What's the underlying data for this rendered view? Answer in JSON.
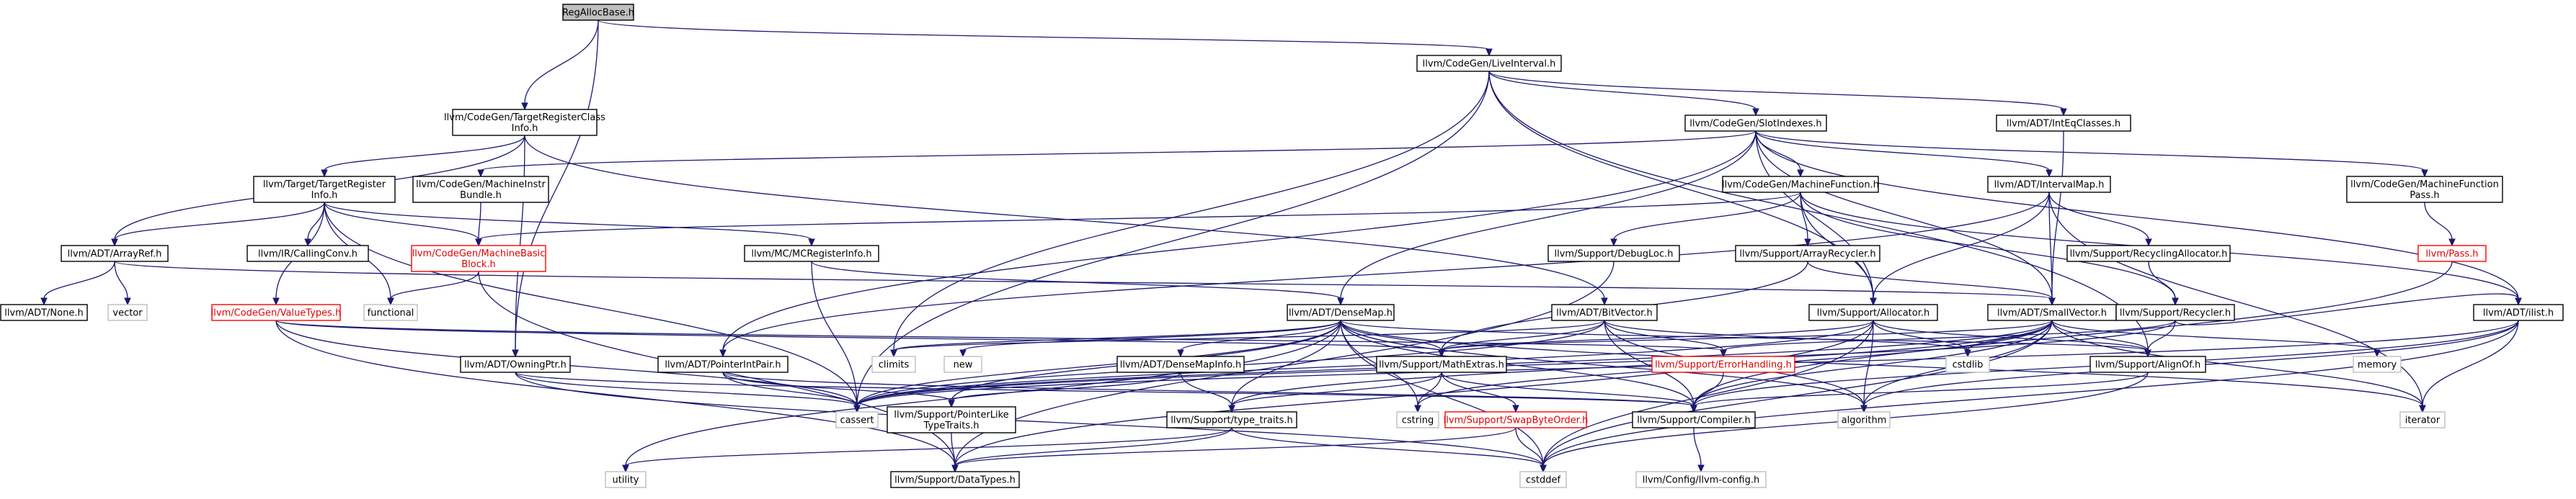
{
  "graph": {
    "edge_color": "#191970",
    "root_fill": "#bfbfbf",
    "broken_color": "#ff0000",
    "nodes": [
      {
        "id": "RegAllocBase",
        "lines": [
          "RegAllocBase.h"
        ],
        "kind": "root"
      },
      {
        "id": "LiveInterval",
        "lines": [
          "llvm/CodeGen/LiveInterval.h"
        ],
        "kind": "normal"
      },
      {
        "id": "TRCI",
        "lines": [
          "llvm/CodeGen/TargetRegisterClass",
          "Info.h"
        ],
        "kind": "normal"
      },
      {
        "id": "SlotIndexes",
        "lines": [
          "llvm/CodeGen/SlotIndexes.h"
        ],
        "kind": "normal"
      },
      {
        "id": "IntEqClasses",
        "lines": [
          "llvm/ADT/IntEqClasses.h"
        ],
        "kind": "normal"
      },
      {
        "id": "TRI",
        "lines": [
          "llvm/Target/TargetRegister",
          "Info.h"
        ],
        "kind": "normal"
      },
      {
        "id": "MIBundle",
        "lines": [
          "llvm/CodeGen/MachineInstr",
          "Bundle.h"
        ],
        "kind": "normal"
      },
      {
        "id": "MachineFunction",
        "lines": [
          "llvm/CodeGen/MachineFunction.h"
        ],
        "kind": "normal"
      },
      {
        "id": "IntervalMap",
        "lines": [
          "llvm/ADT/IntervalMap.h"
        ],
        "kind": "normal"
      },
      {
        "id": "MFPass",
        "lines": [
          "llvm/CodeGen/MachineFunction",
          "Pass.h"
        ],
        "kind": "normal"
      },
      {
        "id": "ArrayRef",
        "lines": [
          "llvm/ADT/ArrayRef.h"
        ],
        "kind": "normal"
      },
      {
        "id": "CallingConv",
        "lines": [
          "llvm/IR/CallingConv.h"
        ],
        "kind": "normal"
      },
      {
        "id": "MBB",
        "lines": [
          "llvm/CodeGen/MachineBasic",
          "Block.h"
        ],
        "kind": "broken"
      },
      {
        "id": "MCRegInfo",
        "lines": [
          "llvm/MC/MCRegisterInfo.h"
        ],
        "kind": "normal"
      },
      {
        "id": "DebugLoc",
        "lines": [
          "llvm/Support/DebugLoc.h"
        ],
        "kind": "normal"
      },
      {
        "id": "ArrayRecycler",
        "lines": [
          "llvm/Support/ArrayRecycler.h"
        ],
        "kind": "normal"
      },
      {
        "id": "RecyclingAlloc",
        "lines": [
          "llvm/Support/RecyclingAllocator.h"
        ],
        "kind": "normal"
      },
      {
        "id": "Pass",
        "lines": [
          "llvm/Pass.h"
        ],
        "kind": "broken"
      },
      {
        "id": "None",
        "lines": [
          "llvm/ADT/None.h"
        ],
        "kind": "normal"
      },
      {
        "id": "vector",
        "lines": [
          "vector"
        ],
        "kind": "plain"
      },
      {
        "id": "ValueTypes",
        "lines": [
          "llvm/CodeGen/ValueTypes.h"
        ],
        "kind": "broken"
      },
      {
        "id": "functional",
        "lines": [
          "functional"
        ],
        "kind": "plain"
      },
      {
        "id": "DenseMap",
        "lines": [
          "llvm/ADT/DenseMap.h"
        ],
        "kind": "normal"
      },
      {
        "id": "BitVector",
        "lines": [
          "llvm/ADT/BitVector.h"
        ],
        "kind": "normal"
      },
      {
        "id": "Allocator",
        "lines": [
          "llvm/Support/Allocator.h"
        ],
        "kind": "normal"
      },
      {
        "id": "SmallVector",
        "lines": [
          "llvm/ADT/SmallVector.h"
        ],
        "kind": "normal"
      },
      {
        "id": "Recycler",
        "lines": [
          "llvm/Support/Recycler.h"
        ],
        "kind": "normal"
      },
      {
        "id": "ilist",
        "lines": [
          "llvm/ADT/ilist.h"
        ],
        "kind": "normal"
      },
      {
        "id": "OwningPtr",
        "lines": [
          "llvm/ADT/OwningPtr.h"
        ],
        "kind": "normal"
      },
      {
        "id": "PointerIntPair",
        "lines": [
          "llvm/ADT/PointerIntPair.h"
        ],
        "kind": "normal"
      },
      {
        "id": "climits",
        "lines": [
          "climits"
        ],
        "kind": "plain"
      },
      {
        "id": "new",
        "lines": [
          "new"
        ],
        "kind": "plain"
      },
      {
        "id": "DenseMapInfo",
        "lines": [
          "llvm/ADT/DenseMapInfo.h"
        ],
        "kind": "normal"
      },
      {
        "id": "MathExtras",
        "lines": [
          "llvm/Support/MathExtras.h"
        ],
        "kind": "normal"
      },
      {
        "id": "ErrorHandling",
        "lines": [
          "llvm/Support/ErrorHandling.h"
        ],
        "kind": "broken"
      },
      {
        "id": "cstdlib",
        "lines": [
          "cstdlib"
        ],
        "kind": "plain"
      },
      {
        "id": "AlignOf",
        "lines": [
          "llvm/Support/AlignOf.h"
        ],
        "kind": "normal"
      },
      {
        "id": "memory",
        "lines": [
          "memory"
        ],
        "kind": "plain"
      },
      {
        "id": "PtrLikeTT",
        "lines": [
          "llvm/Support/PointerLike",
          "TypeTraits.h"
        ],
        "kind": "normal"
      },
      {
        "id": "cassert",
        "lines": [
          "cassert"
        ],
        "kind": "plain"
      },
      {
        "id": "typetraits",
        "lines": [
          "llvm/Support/type_traits.h"
        ],
        "kind": "normal"
      },
      {
        "id": "cstring",
        "lines": [
          "cstring"
        ],
        "kind": "plain"
      },
      {
        "id": "SwapByteOrder",
        "lines": [
          "llvm/Support/SwapByteOrder.h"
        ],
        "kind": "broken"
      },
      {
        "id": "Compiler",
        "lines": [
          "llvm/Support/Compiler.h"
        ],
        "kind": "normal"
      },
      {
        "id": "algorithm",
        "lines": [
          "algorithm"
        ],
        "kind": "plain"
      },
      {
        "id": "iterator",
        "lines": [
          "iterator"
        ],
        "kind": "plain"
      },
      {
        "id": "utility",
        "lines": [
          "utility"
        ],
        "kind": "plain"
      },
      {
        "id": "DataTypes",
        "lines": [
          "llvm/Support/DataTypes.h"
        ],
        "kind": "normal"
      },
      {
        "id": "cstddef",
        "lines": [
          "cstddef"
        ],
        "kind": "plain"
      },
      {
        "id": "LLVMConfig",
        "lines": [
          "llvm/Config/llvm-config.h"
        ],
        "kind": "plain"
      }
    ],
    "edges": [
      [
        "RegAllocBase",
        "LiveInterval"
      ],
      [
        "RegAllocBase",
        "TRCI"
      ],
      [
        "RegAllocBase",
        "OwningPtr"
      ],
      [
        "LiveInterval",
        "SlotIndexes"
      ],
      [
        "LiveInterval",
        "IntEqClasses"
      ],
      [
        "LiveInterval",
        "Allocator"
      ],
      [
        "LiveInterval",
        "AlignOf"
      ],
      [
        "LiveInterval",
        "climits"
      ],
      [
        "LiveInterval",
        "cassert"
      ],
      [
        "TRCI",
        "TRI"
      ],
      [
        "TRCI",
        "ArrayRef"
      ],
      [
        "TRCI",
        "BitVector"
      ],
      [
        "TRCI",
        "OwningPtr"
      ],
      [
        "SlotIndexes",
        "MIBundle"
      ],
      [
        "SlotIndexes",
        "MachineFunction"
      ],
      [
        "SlotIndexes",
        "IntervalMap"
      ],
      [
        "SlotIndexes",
        "MFPass"
      ],
      [
        "SlotIndexes",
        "DenseMap"
      ],
      [
        "SlotIndexes",
        "PointerIntPair"
      ],
      [
        "SlotIndexes",
        "SmallVector"
      ],
      [
        "SlotIndexes",
        "ilist"
      ],
      [
        "SlotIndexes",
        "Allocator"
      ],
      [
        "IntEqClasses",
        "SmallVector"
      ],
      [
        "TRI",
        "ArrayRef"
      ],
      [
        "TRI",
        "CallingConv"
      ],
      [
        "TRI",
        "MBB"
      ],
      [
        "TRI",
        "MCRegInfo"
      ],
      [
        "TRI",
        "ValueTypes"
      ],
      [
        "TRI",
        "functional"
      ],
      [
        "TRI",
        "cassert"
      ],
      [
        "MIBundle",
        "MBB"
      ],
      [
        "MachineFunction",
        "DebugLoc"
      ],
      [
        "MachineFunction",
        "ArrayRecycler"
      ],
      [
        "MachineFunction",
        "Recycler"
      ],
      [
        "MachineFunction",
        "ilist"
      ],
      [
        "MachineFunction",
        "Allocator"
      ],
      [
        "MachineFunction",
        "MBB"
      ],
      [
        "IntervalMap",
        "RecyclingAlloc"
      ],
      [
        "IntervalMap",
        "SmallVector"
      ],
      [
        "IntervalMap",
        "Allocator"
      ],
      [
        "IntervalMap",
        "PointerIntPair"
      ],
      [
        "IntervalMap",
        "iterator"
      ],
      [
        "MFPass",
        "Pass"
      ],
      [
        "ArrayRef",
        "None"
      ],
      [
        "ArrayRef",
        "vector"
      ],
      [
        "ArrayRef",
        "SmallVector"
      ],
      [
        "MBB",
        "functional"
      ],
      [
        "MBB",
        "DataTypes"
      ],
      [
        "MCRegInfo",
        "DenseMap"
      ],
      [
        "MCRegInfo",
        "cassert"
      ],
      [
        "DebugLoc",
        "DataTypes"
      ],
      [
        "ArrayRecycler",
        "SmallVector"
      ],
      [
        "ArrayRecycler",
        "MathExtras"
      ],
      [
        "RecyclingAlloc",
        "Recycler"
      ],
      [
        "Pass",
        "Compiler"
      ],
      [
        "ValueTypes",
        "MathExtras"
      ],
      [
        "ValueTypes",
        "ErrorHandling"
      ],
      [
        "ValueTypes",
        "cassert"
      ],
      [
        "ValueTypes",
        "DataTypes"
      ],
      [
        "DenseMap",
        "DenseMapInfo"
      ],
      [
        "DenseMap",
        "MathExtras"
      ],
      [
        "DenseMap",
        "PtrLikeTT"
      ],
      [
        "DenseMap",
        "typetraits"
      ],
      [
        "DenseMap",
        "algorithm"
      ],
      [
        "DenseMap",
        "cassert"
      ],
      [
        "DenseMap",
        "climits"
      ],
      [
        "DenseMap",
        "cstddef"
      ],
      [
        "DenseMap",
        "cstring"
      ],
      [
        "DenseMap",
        "iterator"
      ],
      [
        "DenseMap",
        "new"
      ],
      [
        "DenseMap",
        "utility"
      ],
      [
        "DenseMap",
        "AlignOf"
      ],
      [
        "DenseMap",
        "Compiler"
      ],
      [
        "BitVector",
        "Compiler"
      ],
      [
        "BitVector",
        "ErrorHandling"
      ],
      [
        "BitVector",
        "MathExtras"
      ],
      [
        "BitVector",
        "algorithm"
      ],
      [
        "BitVector",
        "cassert"
      ],
      [
        "BitVector",
        "climits"
      ],
      [
        "BitVector",
        "cstdlib"
      ],
      [
        "Allocator",
        "AlignOf"
      ],
      [
        "Allocator",
        "DataTypes"
      ],
      [
        "Allocator",
        "MathExtras"
      ],
      [
        "Allocator",
        "algorithm"
      ],
      [
        "Allocator",
        "cassert"
      ],
      [
        "Allocator",
        "cstddef"
      ],
      [
        "Allocator",
        "cstdlib"
      ],
      [
        "SmallVector",
        "AlignOf"
      ],
      [
        "SmallVector",
        "Compiler"
      ],
      [
        "SmallVector",
        "MathExtras"
      ],
      [
        "SmallVector",
        "typetraits"
      ],
      [
        "SmallVector",
        "algorithm"
      ],
      [
        "SmallVector",
        "cassert"
      ],
      [
        "SmallVector",
        "cstddef"
      ],
      [
        "SmallVector",
        "cstdlib"
      ],
      [
        "SmallVector",
        "cstring"
      ],
      [
        "SmallVector",
        "iterator"
      ],
      [
        "SmallVector",
        "memory"
      ],
      [
        "Recycler",
        "ilist"
      ],
      [
        "Recycler",
        "AlignOf"
      ],
      [
        "Recycler",
        "ErrorHandling"
      ],
      [
        "Recycler",
        "cassert"
      ],
      [
        "ilist",
        "Compiler"
      ],
      [
        "ilist",
        "algorithm"
      ],
      [
        "ilist",
        "cassert"
      ],
      [
        "ilist",
        "cstddef"
      ],
      [
        "ilist",
        "iterator"
      ],
      [
        "OwningPtr",
        "Compiler"
      ],
      [
        "OwningPtr",
        "cassert"
      ],
      [
        "OwningPtr",
        "cstddef"
      ],
      [
        "PointerIntPair",
        "PtrLikeTT"
      ],
      [
        "PointerIntPair",
        "cassert"
      ],
      [
        "PointerIntPair",
        "Compiler"
      ],
      [
        "DenseMapInfo",
        "PtrLikeTT"
      ],
      [
        "DenseMapInfo",
        "typetraits"
      ],
      [
        "MathExtras",
        "SwapByteOrder"
      ],
      [
        "MathExtras",
        "Compiler"
      ],
      [
        "MathExtras",
        "typetraits"
      ],
      [
        "MathExtras",
        "cstring"
      ],
      [
        "ErrorHandling",
        "Compiler"
      ],
      [
        "AlignOf",
        "Compiler"
      ],
      [
        "AlignOf",
        "cstddef"
      ],
      [
        "PtrLikeTT",
        "DataTypes"
      ],
      [
        "typetraits",
        "DataTypes"
      ],
      [
        "typetraits",
        "cstddef"
      ],
      [
        "typetraits",
        "utility"
      ],
      [
        "SwapByteOrder",
        "DataTypes"
      ],
      [
        "SwapByteOrder",
        "cstddef"
      ],
      [
        "Compiler",
        "LLVMConfig"
      ]
    ]
  }
}
